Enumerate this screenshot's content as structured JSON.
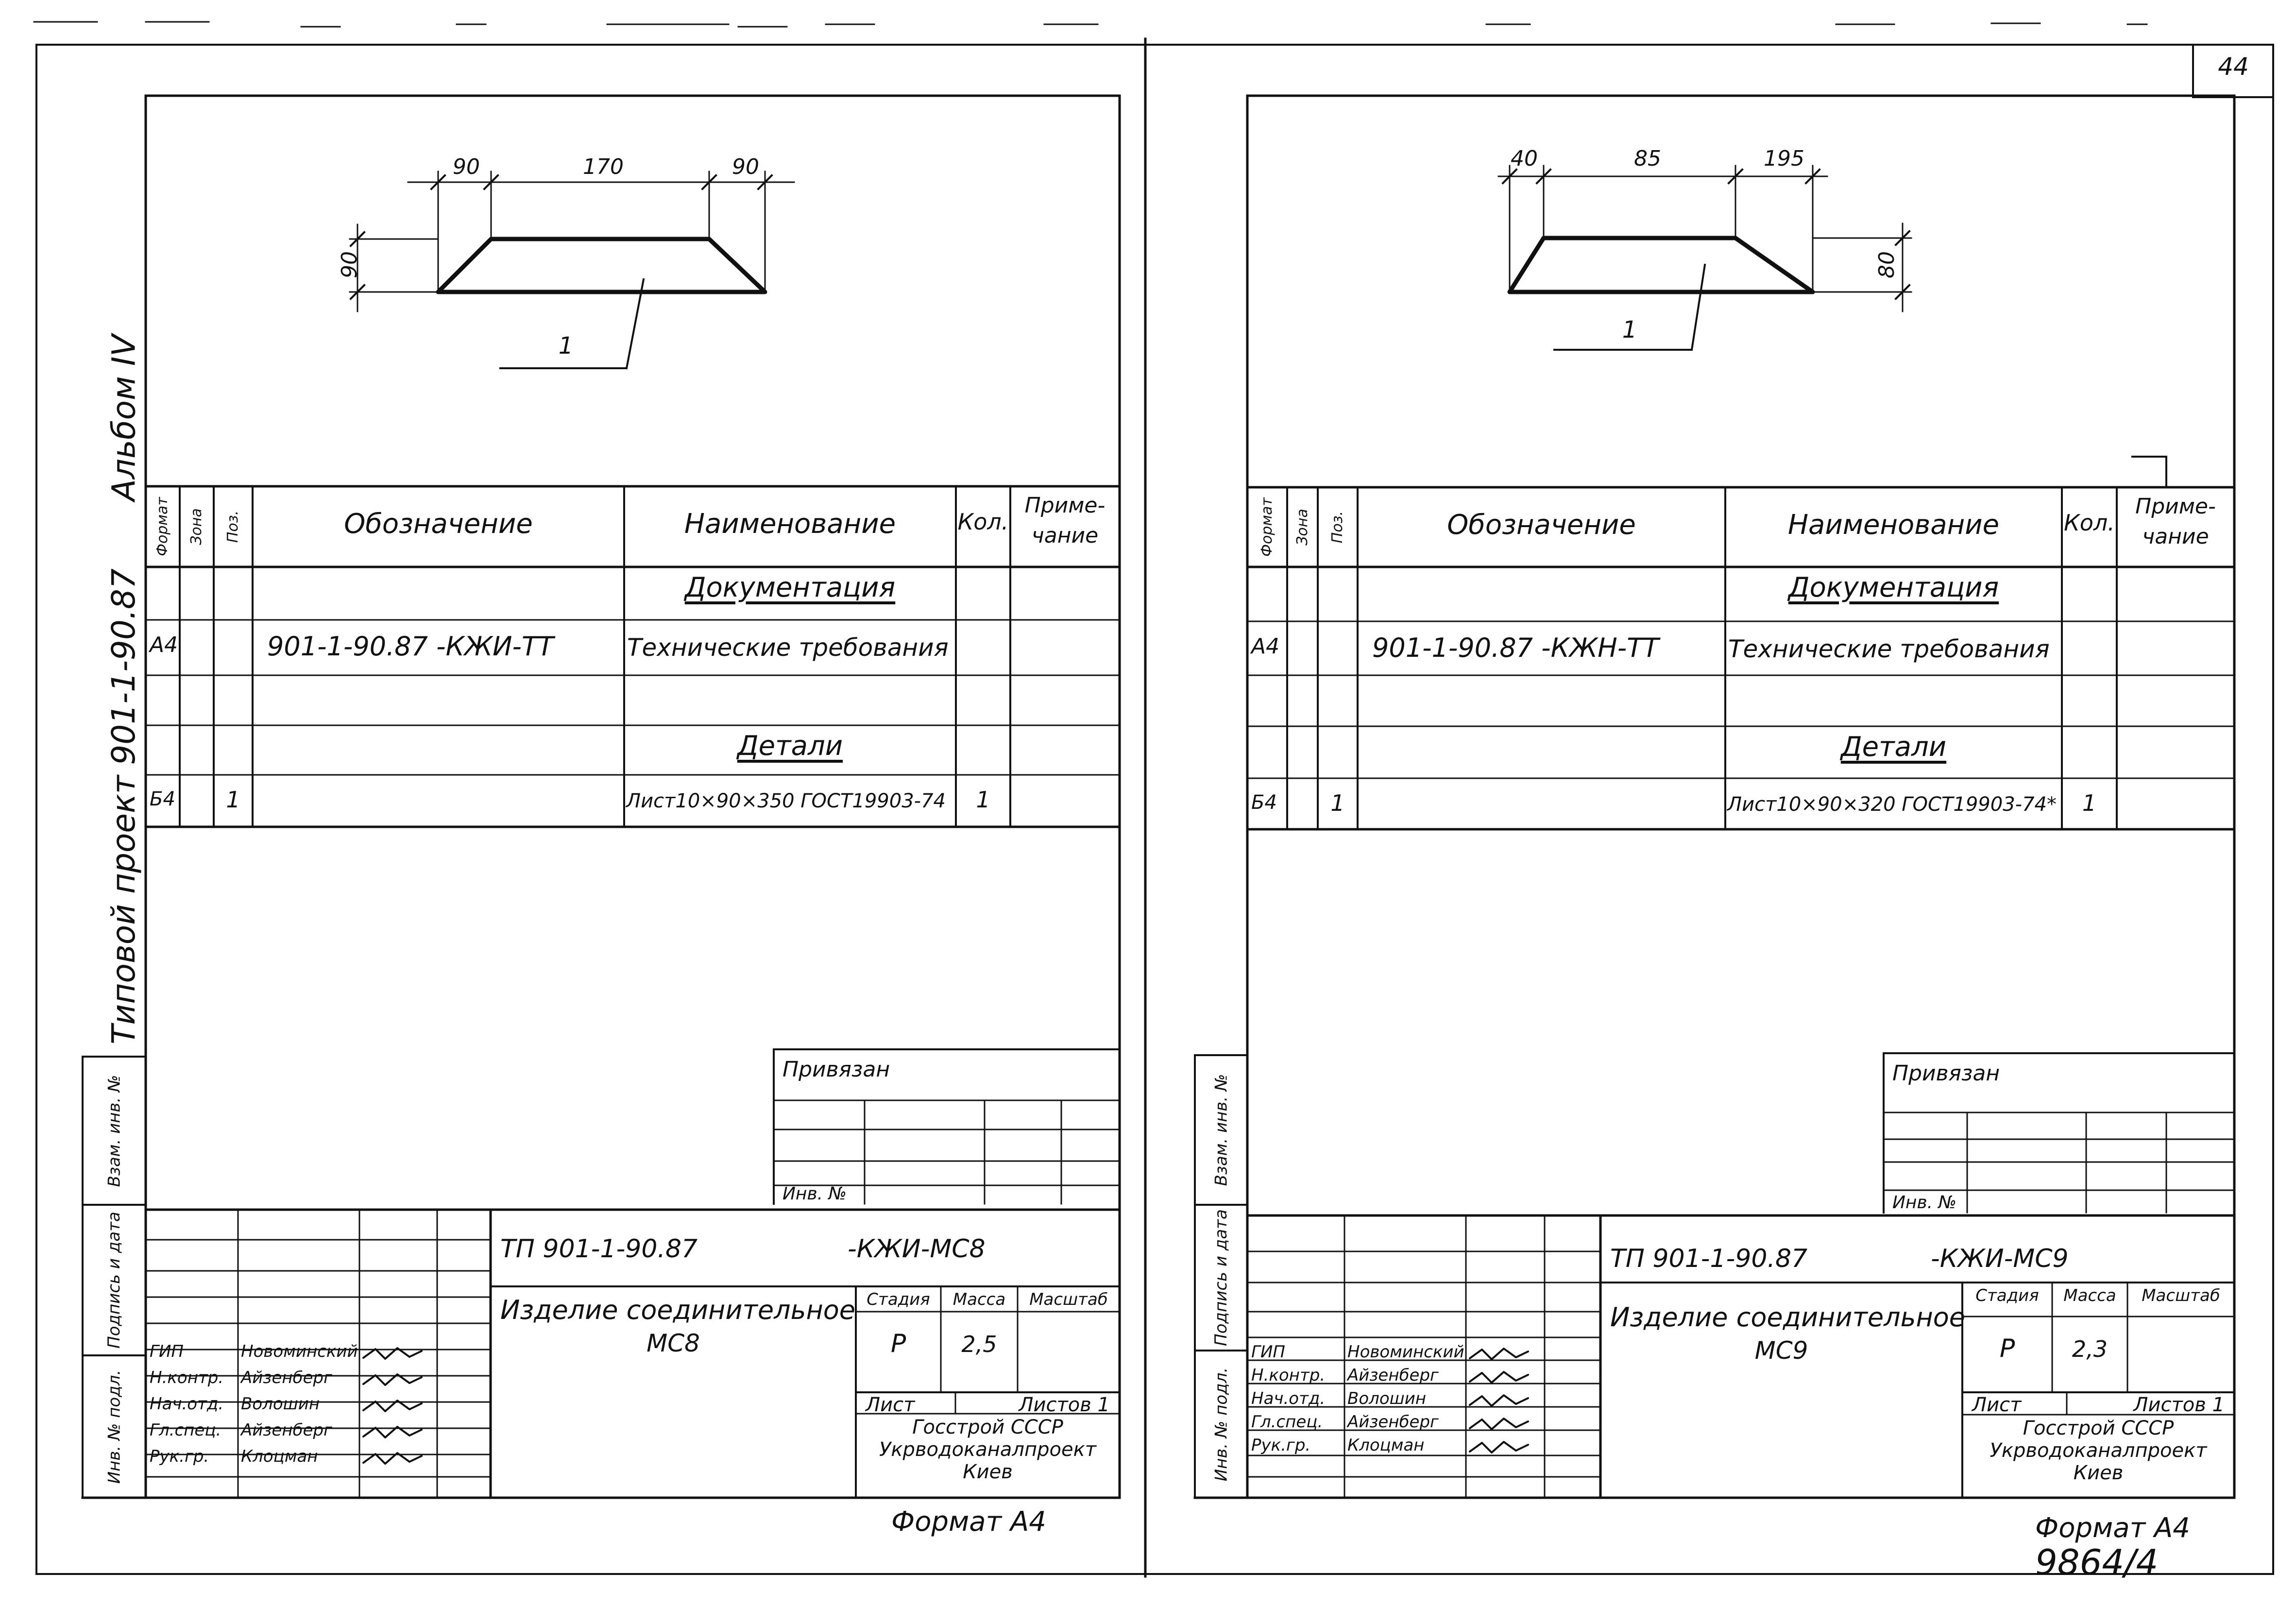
{
  "page_number": "44",
  "sheets": [
    {
      "id": "left",
      "album_label": "Альбом IV",
      "project_label": "Типовой проект 901-1-90.87",
      "dims": {
        "top_left": "90",
        "top_mid": "170",
        "top_right": "90",
        "height": "90",
        "callout": "1"
      },
      "table_headers": {
        "format": "Формат",
        "zone": "Зона",
        "pos": "Поз.",
        "designation": "Обозначение",
        "name": "Наименование",
        "qty": "Кол.",
        "note_l1": "Приме-",
        "note_l2": "чание"
      },
      "section_docs": "Документация",
      "doc_row": {
        "format": "А4",
        "designation": "901-1-90.87 -КЖИ-ТТ",
        "name": "Технические требования"
      },
      "section_parts": "Детали",
      "part_row": {
        "format": "Б4",
        "pos": "1",
        "name": "Лист10×90×350 ГОСТ19903-74",
        "qty": "1"
      },
      "attached": "Привязан",
      "inv_no": "Инв. №",
      "side_labels": {
        "vzam": "Взам. инв. №",
        "podpis": "Подпись и дата",
        "inv_podl": "Инв. № подл."
      },
      "code": "ТП 901-1-90.87",
      "code_suffix": "-КЖИ-МС8",
      "title_l1": "Изделие соединительное",
      "title_l2": "МС8",
      "stage_h": "Стадия",
      "mass_h": "Масса",
      "scale_h": "Масштаб",
      "stage": "Р",
      "mass": "2,5",
      "sheet_h": "Лист",
      "sheets_h": "Листов 1",
      "org_l1": "Госстрой СССР",
      "org_l2": "Укрводоканалпроект",
      "org_l3": "Киев",
      "staff": [
        {
          "role": "ГИП",
          "name": "Новоминский"
        },
        {
          "role": "Н.контр.",
          "name": "Айзенберг"
        },
        {
          "role": "Нач.отд.",
          "name": "Волошин"
        },
        {
          "role": "Гл.спец.",
          "name": "Айзенберг"
        },
        {
          "role": "Рук.гр.",
          "name": "Клоцман"
        }
      ],
      "format": "Формат А4"
    },
    {
      "id": "right",
      "dims": {
        "top_left": "40",
        "top_mid": "85",
        "top_right": "195",
        "height": "80",
        "callout": "1"
      },
      "table_headers": {
        "format": "Формат",
        "zone": "Зона",
        "pos": "Поз.",
        "designation": "Обозначение",
        "name": "Наименование",
        "qty": "Кол.",
        "note_l1": "Приме-",
        "note_l2": "чание"
      },
      "section_docs": "Документация",
      "doc_row": {
        "format": "А4",
        "designation": "901-1-90.87 -КЖН-ТТ",
        "name": "Технические требования"
      },
      "section_parts": "Детали",
      "part_row": {
        "format": "Б4",
        "pos": "1",
        "name": "Лист10×90×320 ГОСТ19903-74*",
        "qty": "1"
      },
      "attached": "Привязан",
      "inv_no": "Инв. №",
      "side_labels": {
        "vzam": "Взам. инв. №",
        "podpis": "Подпись и дата",
        "inv_podl": "Инв. № подл."
      },
      "code": "ТП 901-1-90.87",
      "code_suffix": "-КЖИ-МС9",
      "title_l1": "Изделие соединительное",
      "title_l2": "МС9",
      "stage_h": "Стадия",
      "mass_h": "Масса",
      "scale_h": "Масштаб",
      "stage": "Р",
      "mass": "2,3",
      "sheet_h": "Лист",
      "sheets_h": "Листов 1",
      "org_l1": "Госстрой СССР",
      "org_l2": "Укрводоканалпроект",
      "org_l3": "Киев",
      "staff": [
        {
          "role": "ГИП",
          "name": "Новоминский"
        },
        {
          "role": "Н.контр.",
          "name": "Айзенберг"
        },
        {
          "role": "Нач.отд.",
          "name": "Волошин"
        },
        {
          "role": "Гл.спец.",
          "name": "Айзенберг"
        },
        {
          "role": "Рук.гр.",
          "name": "Клоцман"
        }
      ],
      "format": "Формат А4",
      "archive_no": "9864/4"
    }
  ]
}
